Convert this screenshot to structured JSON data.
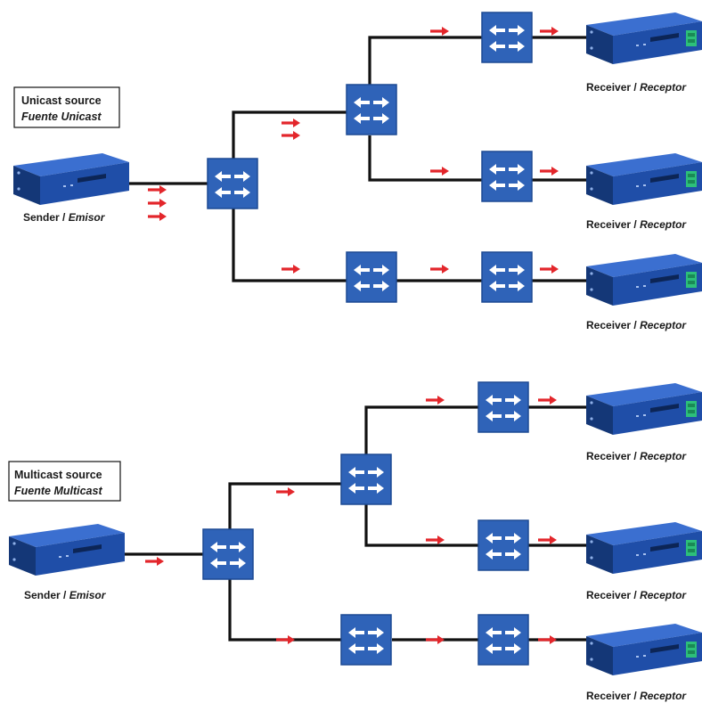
{
  "colors": {
    "link": "#111111",
    "arrow": "#e3262b",
    "switch_fill": "#2f63b8",
    "switch_dark": "#1d4a94",
    "device_body": "#1f4ea8",
    "device_dark": "#143777",
    "connector": "#2dbf7a"
  },
  "icons": {
    "switch": "network-switch-icon",
    "device": "streaming-device-icon",
    "arrow": "red-arrow-icon"
  },
  "unicast": {
    "source_title": "Unicast source",
    "source_subtitle": "Fuente Unicast",
    "sender_label": "Sender",
    "sender_label_alt": "Emisor",
    "receiver_label": "Receiver",
    "receiver_label_alt": "Receptor"
  },
  "multicast": {
    "source_title": "Multicast source",
    "source_subtitle": "Fuente Multicast",
    "sender_label": "Sender",
    "sender_label_alt": "Emisor",
    "receiver_label": "Receiver",
    "receiver_label_alt": "Receptor"
  },
  "separator": " / "
}
